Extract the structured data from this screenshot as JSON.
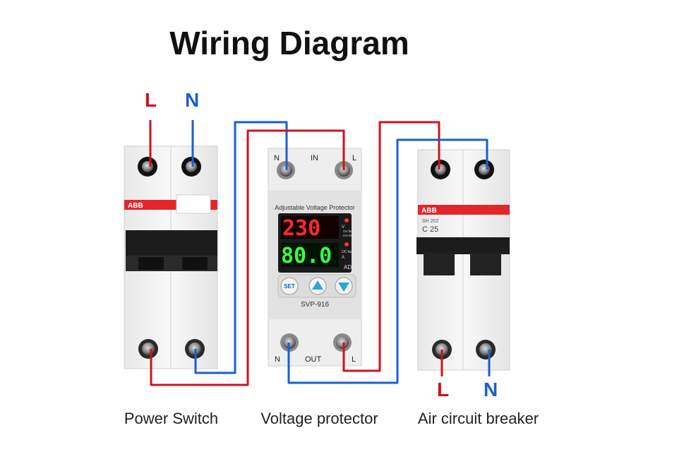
{
  "title": "Wiring Diagram",
  "wire_labels": {
    "top_left_l": "L",
    "top_left_n": "N",
    "bottom_right_l": "L",
    "bottom_right_n": "N"
  },
  "power_switch": {
    "brand": "ABB",
    "caption": "Power Switch"
  },
  "voltage_protector": {
    "terminal_n_top": "N",
    "terminal_in": "IN",
    "terminal_l_top": "L",
    "header": "Adjustable Voltage Protector",
    "voltage_display": "230",
    "voltage_unit": "V",
    "voltage_note_1": "OV:fast",
    "voltage_note_2": "UV:slow",
    "current_display": "80.0",
    "current_note": "OC:fast",
    "current_unit": "A",
    "adj_label": "ADJ",
    "set_button": "SET",
    "model": "SVP-916",
    "terminal_n_bottom": "N",
    "terminal_out": "OUT",
    "terminal_l_bottom": "L",
    "caption": "Voltage protector"
  },
  "air_breaker": {
    "brand": "ABB",
    "model_line_1": "SH 202",
    "model_line_2": "C 25",
    "caption": "Air circuit breaker"
  },
  "colors": {
    "live_wire": "#d0121b",
    "neutral_wire": "#1a5fd0",
    "abb_red": "#e3262a",
    "display_red": "#ff2a2a",
    "display_green": "#3cff3c"
  }
}
